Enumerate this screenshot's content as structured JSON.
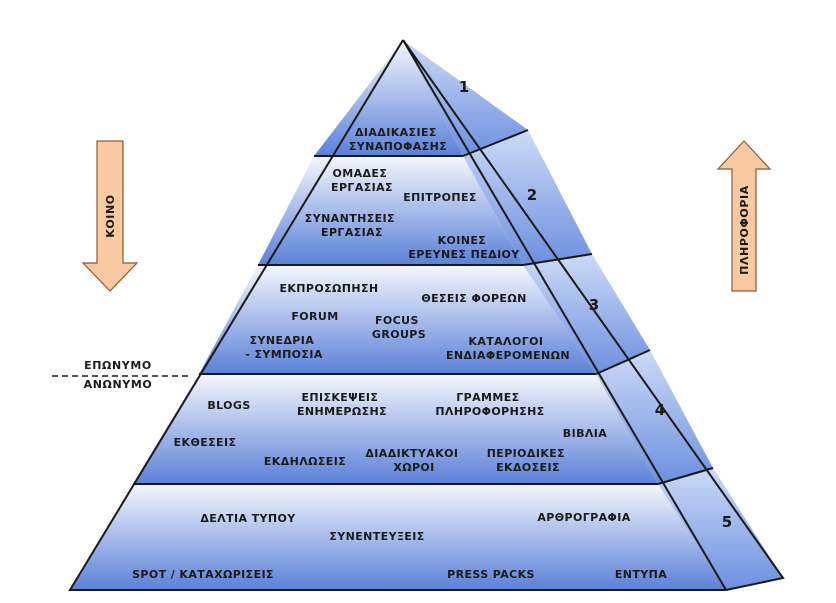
{
  "levels": [
    {
      "number": "1",
      "items": [
        {
          "lines": [
            "ΔΙΑΔΙΚΑΣΙΕΣ",
            "ΣΥΝΑΠΟΦΑΣΗΣ"
          ]
        }
      ]
    },
    {
      "number": "2",
      "items": [
        {
          "lines": [
            "ΟΜΑΔΕΣ",
            "ΕΡΓΑΣΙΑΣ"
          ]
        },
        {
          "lines": [
            "ΕΠΙΤΡΟΠΕΣ"
          ]
        },
        {
          "lines": [
            "ΣΥΝΑΝΤΗΣΕΙΣ",
            "ΕΡΓΑΣΙΑΣ"
          ]
        },
        {
          "lines": [
            "ΚΟΙΝΕΣ",
            "ΕΡΕΥΝΕΣ ΠΕΔΙΟΥ"
          ]
        }
      ]
    },
    {
      "number": "3",
      "items": [
        {
          "lines": [
            "ΕΚΠΡΟΣΩΠΗΣΗ"
          ]
        },
        {
          "lines": [
            "ΘΕΣΕΙΣ ΦΟΡΕΩΝ"
          ]
        },
        {
          "lines": [
            "FORUM"
          ]
        },
        {
          "lines": [
            "FOCUS",
            "GROUPS"
          ]
        },
        {
          "lines": [
            "ΣΥΝΕΔΡΙΑ",
            "- ΣΥΜΠΟΣΙΑ"
          ]
        },
        {
          "lines": [
            "ΚΑΤΑΛΟΓΟΙ",
            "ΕΝΔΙΑΦΕΡΟΜΕΝΩΝ"
          ]
        }
      ]
    },
    {
      "number": "4",
      "items": [
        {
          "lines": [
            "BLOGS"
          ]
        },
        {
          "lines": [
            "ΕΠΙΣΚΕΨΕΙΣ",
            "ΕΝΗΜΕΡΩΣΗΣ"
          ]
        },
        {
          "lines": [
            "ΓΡΑΜΜΕΣ",
            "ΠΛΗΡΟΦΟΡΗΣΗΣ"
          ]
        },
        {
          "lines": [
            "ΒΙΒΛΙΑ"
          ]
        },
        {
          "lines": [
            "ΕΚΘΕΣΕΙΣ"
          ]
        },
        {
          "lines": [
            "ΕΚΔΗΛΩΣΕΙΣ"
          ]
        },
        {
          "lines": [
            "ΔΙΑΔΙΚΤΥΑΚΟΙ",
            "ΧΩΡΟΙ"
          ]
        },
        {
          "lines": [
            "ΠΕΡΙΟΔΙΚΕΣ",
            "ΕΚΔΟΣΕΙΣ"
          ]
        }
      ]
    },
    {
      "number": "5",
      "items": [
        {
          "lines": [
            "ΔΕΛΤΙΑ ΤΥΠΟΥ"
          ]
        },
        {
          "lines": [
            "ΣΥΝΕΝΤΕΥΞΕΙΣ"
          ]
        },
        {
          "lines": [
            "ΑΡΘΡΟΓΡΑΦΙΑ"
          ]
        },
        {
          "lines": [
            "SPOT / ΚΑΤΑΧΩΡΙΣΕΙΣ"
          ]
        },
        {
          "lines": [
            "PRESS PACKS"
          ]
        },
        {
          "lines": [
            "ΕΝΤΥΠΑ"
          ]
        }
      ]
    }
  ],
  "left_arrow": {
    "label": "ΚΟΙΝΟ",
    "direction": "down"
  },
  "right_arrow": {
    "label": "ΠΛΗΡΟΦΟΡΙΑ",
    "direction": "up"
  },
  "divider": {
    "upper_label": "ΕΠΩΝΥΜΟ",
    "lower_label": "ΑΝΩΝΥΜΟ"
  },
  "colors": {
    "front_light": "#f4f7fd",
    "front_dark": "#5b80d8",
    "side_light": "#ccdaf6",
    "side_dark": "#6d8fe0",
    "arrow_fill": "#f9c9a2",
    "arrow_stroke": "#8a5a3a",
    "outline": "#1a1a1a"
  }
}
